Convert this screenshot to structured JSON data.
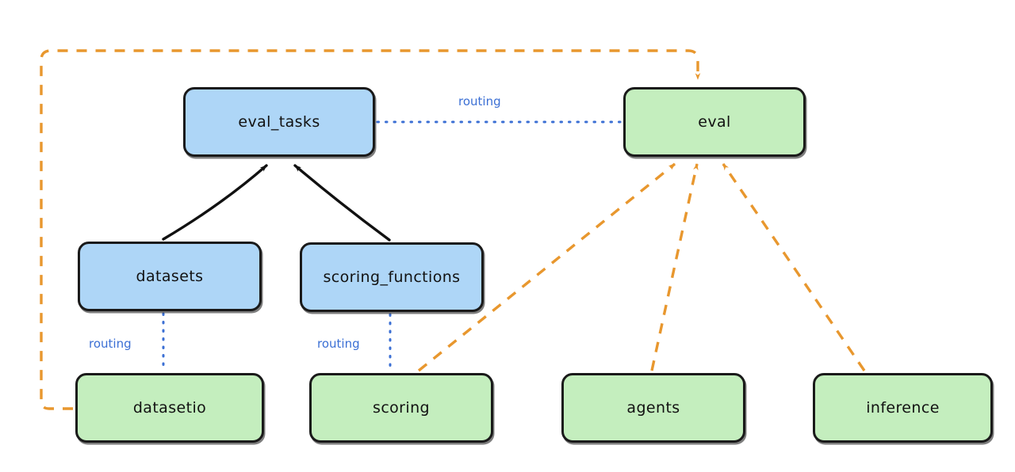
{
  "diagram": {
    "type": "flow-graph",
    "background": "#ffffff",
    "palette": {
      "api_node_fill": "#aed6f7",
      "provider_node_fill": "#c4eebe",
      "node_stroke": "#1a1a1a",
      "solid_edge": "#111111",
      "routing_edge": "#3b6fd4",
      "routing_label": "#3b6fd4",
      "dependency_edge": "#e8972e"
    },
    "nodes": [
      {
        "id": "eval_tasks",
        "label": "eval_tasks",
        "kind": "api"
      },
      {
        "id": "eval",
        "label": "eval",
        "kind": "provider"
      },
      {
        "id": "datasets",
        "label": "datasets",
        "kind": "api"
      },
      {
        "id": "scoring_functions",
        "label": "scoring_functions",
        "kind": "api"
      },
      {
        "id": "datasetio",
        "label": "datasetio",
        "kind": "provider"
      },
      {
        "id": "scoring",
        "label": "scoring",
        "kind": "provider"
      },
      {
        "id": "agents",
        "label": "agents",
        "kind": "provider"
      },
      {
        "id": "inference",
        "label": "inference",
        "kind": "provider"
      }
    ],
    "edges": [
      {
        "from": "eval_tasks",
        "to": "eval",
        "style": "dotted",
        "color": "#3b6fd4",
        "label": "routing",
        "arrow": false
      },
      {
        "from": "datasets",
        "to": "datasetio",
        "style": "dotted",
        "color": "#3b6fd4",
        "label": "routing",
        "arrow": false
      },
      {
        "from": "scoring_functions",
        "to": "scoring",
        "style": "dotted",
        "color": "#3b6fd4",
        "label": "routing",
        "arrow": false
      },
      {
        "from": "datasets",
        "to": "eval_tasks",
        "style": "solid",
        "color": "#111111",
        "label": "",
        "arrow": true
      },
      {
        "from": "scoring_functions",
        "to": "eval_tasks",
        "style": "solid",
        "color": "#111111",
        "label": "",
        "arrow": true
      },
      {
        "from": "datasetio",
        "to": "eval",
        "style": "dashed",
        "color": "#e8972e",
        "label": "",
        "arrow": true
      },
      {
        "from": "scoring",
        "to": "eval",
        "style": "dashed",
        "color": "#e8972e",
        "label": "",
        "arrow": true
      },
      {
        "from": "agents",
        "to": "eval",
        "style": "dashed",
        "color": "#e8972e",
        "label": "",
        "arrow": true
      },
      {
        "from": "inference",
        "to": "eval",
        "style": "dashed",
        "color": "#e8972e",
        "label": "",
        "arrow": true
      }
    ],
    "labels": {
      "routing_eval": "routing",
      "routing_datasetio": "routing",
      "routing_scoring": "routing"
    }
  }
}
